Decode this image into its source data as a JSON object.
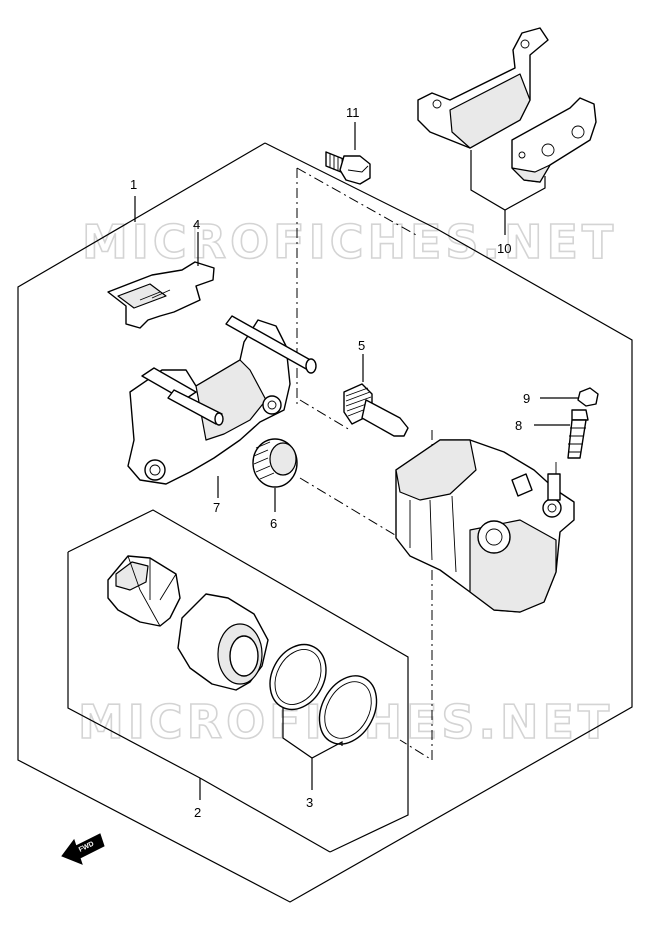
{
  "watermarks": [
    {
      "text": "MICROFICHES.NET"
    },
    {
      "text": "MICROFICHES.NET"
    }
  ],
  "callouts": {
    "c1": "1",
    "c2": "2",
    "c3": "3",
    "c4": "4",
    "c5": "5",
    "c6": "6",
    "c7": "7",
    "c8": "8",
    "c9": "9",
    "c10": "10",
    "c11": "11"
  },
  "fwd_label": "FWD",
  "colors": {
    "line": "#000000",
    "watermark": "#d4d4d4",
    "background": "#ffffff"
  }
}
